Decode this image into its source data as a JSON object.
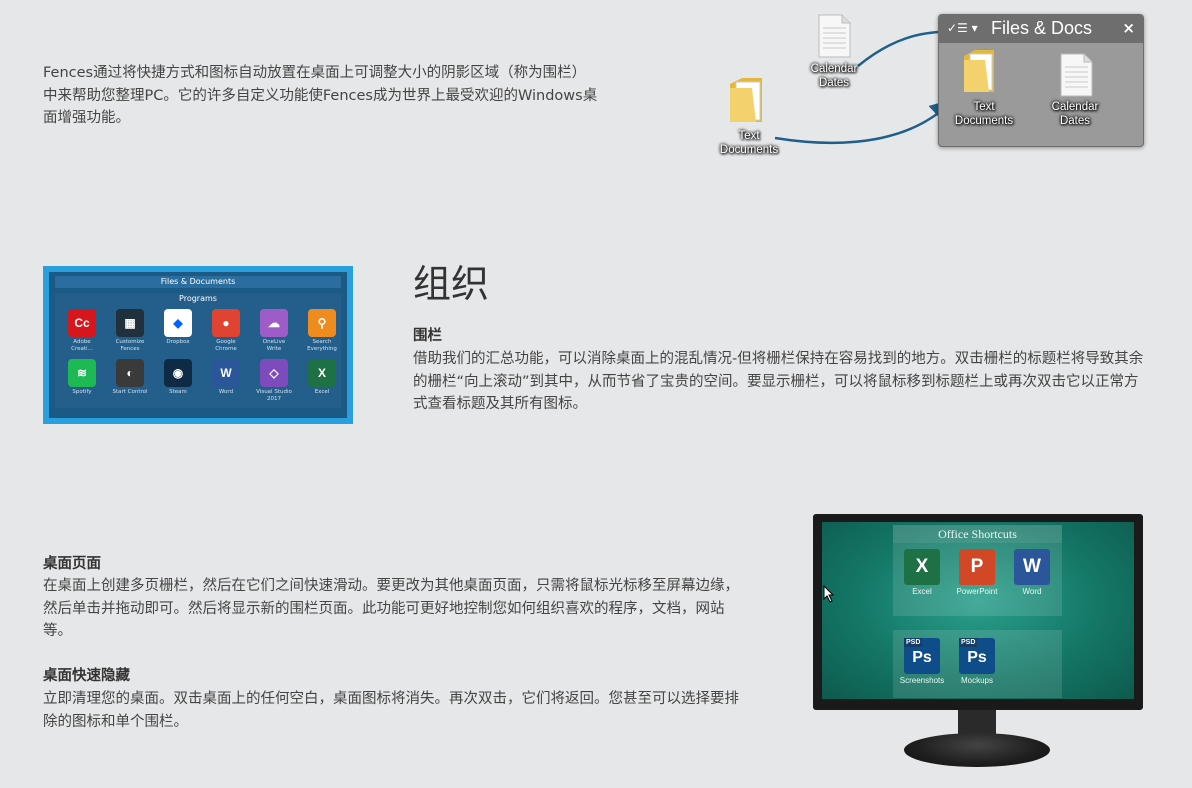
{
  "intro": {
    "text": "Fences通过将快捷方式和图标自动放置在桌面上可调整大小的阴影区域（称为围栏）中来帮助您整理PC。它的许多自定义功能使Fences成为世界上最受欢迎的Windows桌面增强功能。"
  },
  "hero": {
    "desktop_items": [
      {
        "label": "Calendar\nDates",
        "icon": "document-icon"
      },
      {
        "label": "Text\nDocuments",
        "icon": "folder-icon"
      }
    ],
    "fence": {
      "menu_glyph": "✓☰ ▾",
      "title": "Files & Docs",
      "close": "×",
      "items": [
        {
          "label": "Text\nDocuments",
          "icon": "folder-icon"
        },
        {
          "label": "Calendar\nDates",
          "icon": "document-icon"
        }
      ]
    }
  },
  "organize": {
    "heading": "组织",
    "subheading": "围栏",
    "body": "借助我们的汇总功能，可以消除桌面上的混乱情况-但将栅栏保持在容易找到的地方。双击栅栏的标题栏将导致其余的栅栏“向上滚动”到其中，从而节省了宝贵的空间。要显示栅栏，可以将鼠标移到标题栏上或再次双击它以正常方式查看标题及其所有图标。",
    "panel": {
      "title": "Files & Documents",
      "group": "Programs",
      "apps": [
        {
          "label": "Adobe\nCreati...",
          "glyph": "Cc",
          "color": "#d7151c"
        },
        {
          "label": "Customize\nFences",
          "glyph": "▦",
          "color": "#20303d"
        },
        {
          "label": "Dropbox",
          "glyph": "◆",
          "color": "#ffffff"
        },
        {
          "label": "Google\nChrome",
          "glyph": "●",
          "color": "#e04332"
        },
        {
          "label": "OneLive\nWrite",
          "glyph": "☁",
          "color": "#9d5cc8"
        },
        {
          "label": "Search\nEverything",
          "glyph": "⚲",
          "color": "#f08c1e"
        },
        {
          "label": "Spotify",
          "glyph": "≋",
          "color": "#1db954"
        },
        {
          "label": "Start Control",
          "glyph": "◐",
          "color": "#3a3a3a"
        },
        {
          "label": "Steam",
          "glyph": "◉",
          "color": "#0f2a44"
        },
        {
          "label": "Word",
          "glyph": "W",
          "color": "#2b579a"
        },
        {
          "label": "Visual Studio\n2017",
          "glyph": "◇",
          "color": "#7d4bbb"
        },
        {
          "label": "Excel",
          "glyph": "X",
          "color": "#1e7145"
        }
      ]
    }
  },
  "pages": {
    "heading": "桌面页面",
    "body": "在桌面上创建多页栅栏，然后在它们之间快速滑动。要更改为其他桌面页面，只需将鼠标光标移至屏幕边缘，然后单击并拖动即可。然后将显示新的围栏页面。此功能可更好地控制您如何组织喜欢的程序，文档，网站等。"
  },
  "quickhide": {
    "heading": "桌面快速隐藏",
    "body": "立即清理您的桌面。双击桌面上的任何空白，桌面图标将消失。再次双击，它们将返回。您甚至可以选择要排除的图标和单个围栏。"
  },
  "monitor": {
    "group1_title": "Office Shortcuts",
    "group1_apps": [
      {
        "label": "Excel",
        "glyph": "X",
        "color": "#1e7145"
      },
      {
        "label": "PowerPoint",
        "glyph": "P",
        "color": "#d24726"
      },
      {
        "label": "Word",
        "glyph": "W",
        "color": "#2b579a"
      }
    ],
    "group2_apps": [
      {
        "label": "Screenshots",
        "glyph": "Ps",
        "tag": "PSD",
        "color": "#0f4c8a"
      },
      {
        "label": "Mockups",
        "glyph": "Ps",
        "tag": "PSD",
        "color": "#0f4c8a"
      }
    ]
  }
}
